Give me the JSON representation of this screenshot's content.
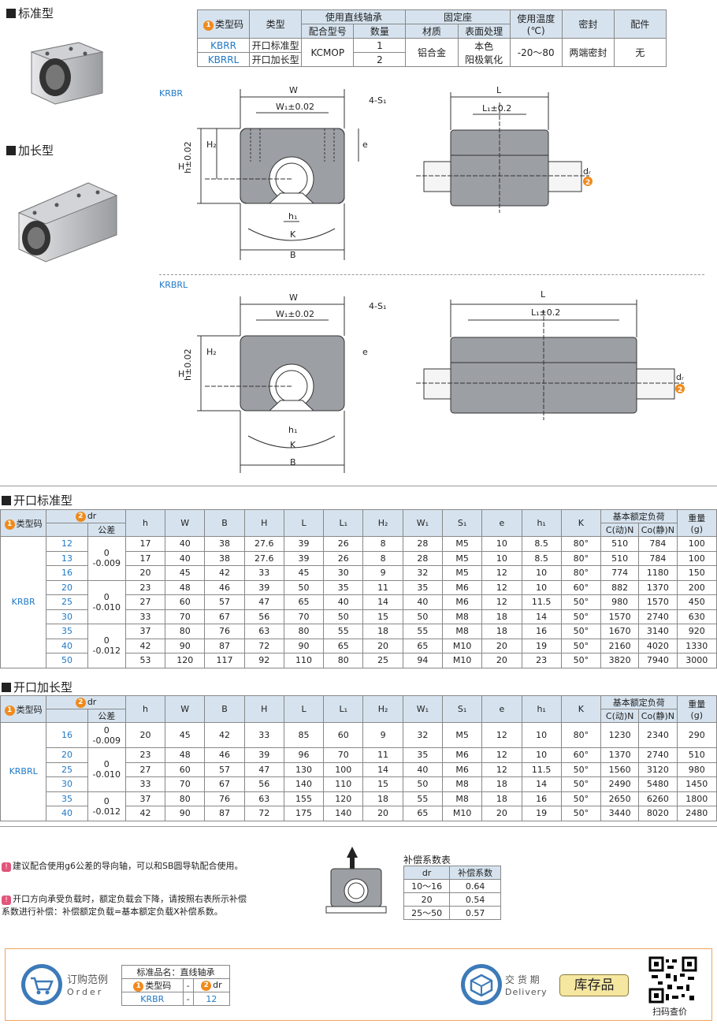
{
  "top_headings": {
    "standard": "标准型",
    "extended": "加长型"
  },
  "spec_table": {
    "h_type_code": "类型码",
    "h_type": "类型",
    "h_bearing": "使用直线轴承",
    "h_mating": "配合型号",
    "h_qty": "数量",
    "h_seat": "固定座",
    "h_material": "材质",
    "h_surface": "表面处理",
    "h_temp": "使用温度",
    "h_temp_unit": "(℃)",
    "h_seal": "密封",
    "h_parts": "配件",
    "rows": [
      {
        "code": "KBRR",
        "type": "开口标准型",
        "qty": "1"
      },
      {
        "code": "KBRRL",
        "type": "开口加长型",
        "qty": "2"
      }
    ],
    "mating": "KCMOP",
    "material": "铝合金",
    "surface_1": "本色",
    "surface_2": "阳极氧化",
    "temp": "-20～80",
    "seal": "两端密封",
    "parts": "无"
  },
  "drawings": {
    "krbr_label": "KRBR",
    "krbrl_label": "KRBRL",
    "W": "W",
    "W1": "W₁±0.02",
    "S1": "4-S₁",
    "L": "L",
    "L1": "L₁±0.2",
    "H": "H",
    "H2": "H₂",
    "h": "h±0.02",
    "e": "e",
    "h1": "h₁",
    "K": "K",
    "B": "B",
    "dr": "dᵣ"
  },
  "std_table": {
    "title": "开口标准型",
    "h_code": "类型码",
    "h_dr": "dr",
    "h_tol": "公差",
    "cols": [
      "h",
      "W",
      "B",
      "H",
      "L",
      "L₁",
      "H₂",
      "W₁",
      "S₁",
      "e",
      "h₁",
      "K"
    ],
    "h_load": "基本额定负荷",
    "h_c": "C(动)N",
    "h_co": "Co(静)N",
    "h_weight": "重量",
    "h_weight_unit": "(g)",
    "code": "KRBR",
    "rows": [
      [
        "12",
        "17",
        "40",
        "38",
        "27.6",
        "39",
        "26",
        "8",
        "28",
        "M5",
        "10",
        "8.5",
        "80°",
        "510",
        "784",
        "100"
      ],
      [
        "13",
        "17",
        "40",
        "38",
        "27.6",
        "39",
        "26",
        "8",
        "28",
        "M5",
        "10",
        "8.5",
        "80°",
        "510",
        "784",
        "100"
      ],
      [
        "16",
        "20",
        "45",
        "42",
        "33",
        "45",
        "30",
        "9",
        "32",
        "M5",
        "12",
        "10",
        "80°",
        "774",
        "1180",
        "150"
      ],
      [
        "20",
        "23",
        "48",
        "46",
        "39",
        "50",
        "35",
        "11",
        "35",
        "M6",
        "12",
        "10",
        "60°",
        "882",
        "1370",
        "200"
      ],
      [
        "25",
        "27",
        "60",
        "57",
        "47",
        "65",
        "40",
        "14",
        "40",
        "M6",
        "12",
        "11.5",
        "50°",
        "980",
        "1570",
        "450"
      ],
      [
        "30",
        "33",
        "70",
        "67",
        "56",
        "70",
        "50",
        "15",
        "50",
        "M8",
        "18",
        "14",
        "50°",
        "1570",
        "2740",
        "630"
      ],
      [
        "35",
        "37",
        "80",
        "76",
        "63",
        "80",
        "55",
        "18",
        "55",
        "M8",
        "18",
        "16",
        "50°",
        "1670",
        "3140",
        "920"
      ],
      [
        "40",
        "42",
        "90",
        "87",
        "72",
        "90",
        "65",
        "20",
        "65",
        "M10",
        "20",
        "19",
        "50°",
        "2160",
        "4020",
        "1330"
      ],
      [
        "50",
        "53",
        "120",
        "117",
        "92",
        "110",
        "80",
        "25",
        "94",
        "M10",
        "20",
        "23",
        "50°",
        "3820",
        "7940",
        "3000"
      ]
    ],
    "tols": [
      [
        "0",
        "-0.009"
      ],
      [
        "0",
        "-0.010"
      ],
      [
        "0",
        "-0.012"
      ]
    ]
  },
  "ext_table": {
    "title": "开口加长型",
    "code": "KRBRL",
    "rows": [
      [
        "16",
        "20",
        "45",
        "42",
        "33",
        "85",
        "60",
        "9",
        "32",
        "M5",
        "12",
        "10",
        "80°",
        "1230",
        "2340",
        "290"
      ],
      [
        "20",
        "23",
        "48",
        "46",
        "39",
        "96",
        "70",
        "11",
        "35",
        "M6",
        "12",
        "10",
        "60°",
        "1370",
        "2740",
        "510"
      ],
      [
        "25",
        "27",
        "60",
        "57",
        "47",
        "130",
        "100",
        "14",
        "40",
        "M6",
        "12",
        "11.5",
        "50°",
        "1560",
        "3120",
        "980"
      ],
      [
        "30",
        "33",
        "70",
        "67",
        "56",
        "140",
        "110",
        "15",
        "50",
        "M8",
        "18",
        "14",
        "50°",
        "2490",
        "5480",
        "1450"
      ],
      [
        "35",
        "37",
        "80",
        "76",
        "63",
        "155",
        "120",
        "18",
        "55",
        "M8",
        "18",
        "16",
        "50°",
        "2650",
        "6260",
        "1800"
      ],
      [
        "40",
        "42",
        "90",
        "87",
        "72",
        "175",
        "140",
        "20",
        "65",
        "M10",
        "20",
        "19",
        "50°",
        "3440",
        "8020",
        "2480"
      ]
    ],
    "tols": [
      [
        "0",
        "-0.009"
      ],
      [
        "0",
        "-0.010"
      ],
      [
        "0",
        "-0.012"
      ]
    ]
  },
  "notes": {
    "n1": "建议配合使用g6公差的导向轴，可以和SB圆导轨配合使用。",
    "n2a": "开口方向承受负载时，额定负载会下降，请按照右表所示补偿",
    "n2b": "系数进行补偿：补偿额定负载=基本额定负载X补偿系数。"
  },
  "comp_table": {
    "title": "补偿系数表",
    "h_dr": "dr",
    "h_coef": "补偿系数",
    "rows": [
      [
        "10～16",
        "0.64"
      ],
      [
        "20",
        "0.54"
      ],
      [
        "25～50",
        "0.57"
      ]
    ]
  },
  "footer": {
    "order_cn": "订购范例",
    "order_en": "Order",
    "std_name_label": "标准品名：直线轴承",
    "type_code": "类型码",
    "dash": "-",
    "dr": "dr",
    "ex_code": "KRBR",
    "ex_dr": "12",
    "delivery_cn": "交 货 期",
    "delivery_en": "Delivery",
    "stock": "库存品",
    "qr_label": "扫码查价"
  },
  "colors": {
    "accent_orange": "#f08a1d",
    "header_blue": "#d6e3ef",
    "link_blue": "#2079c7"
  }
}
